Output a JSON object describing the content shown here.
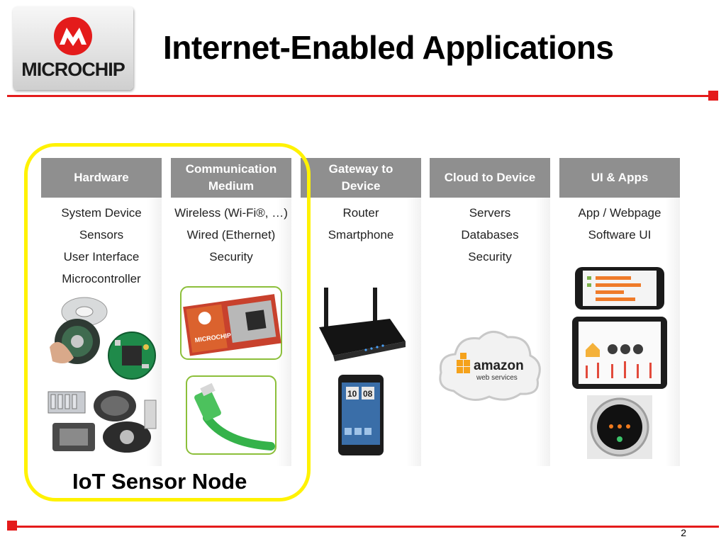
{
  "slide": {
    "title": "Internet-Enabled Applications",
    "page_number": "2"
  },
  "logo": {
    "text": "MICROCHIP",
    "icon": "microchip-logo-icon"
  },
  "columns": [
    {
      "header": [
        "Hardware"
      ],
      "items": [
        "System Device",
        "Sensors",
        "User Interface",
        "Microcontroller"
      ]
    },
    {
      "header": [
        "Communication",
        "Medium"
      ],
      "items": [
        "Wireless (Wi-Fi®, …)",
        "Wired (Ethernet)",
        "Security"
      ]
    },
    {
      "header": [
        "Gateway to",
        "Device"
      ],
      "items": [
        "Router",
        "Smartphone"
      ]
    },
    {
      "header": [
        "Cloud to Device"
      ],
      "items": [
        "Servers",
        "Databases",
        "Security"
      ]
    },
    {
      "header": [
        "UI & Apps"
      ],
      "items": [
        "App / Webpage",
        "Software UI"
      ]
    }
  ],
  "highlight": {
    "label": "IoT Sensor Node"
  },
  "images": {
    "wifi_module_text": "MICROCHIP",
    "cloud_brand": "amazon",
    "cloud_sub": "web services",
    "phone_time_h": "10",
    "phone_time_m": "08"
  },
  "colors": {
    "accent_red": "#e41b1b",
    "header_gray": "#8f8f8f",
    "highlight_yellow": "#fff200"
  }
}
